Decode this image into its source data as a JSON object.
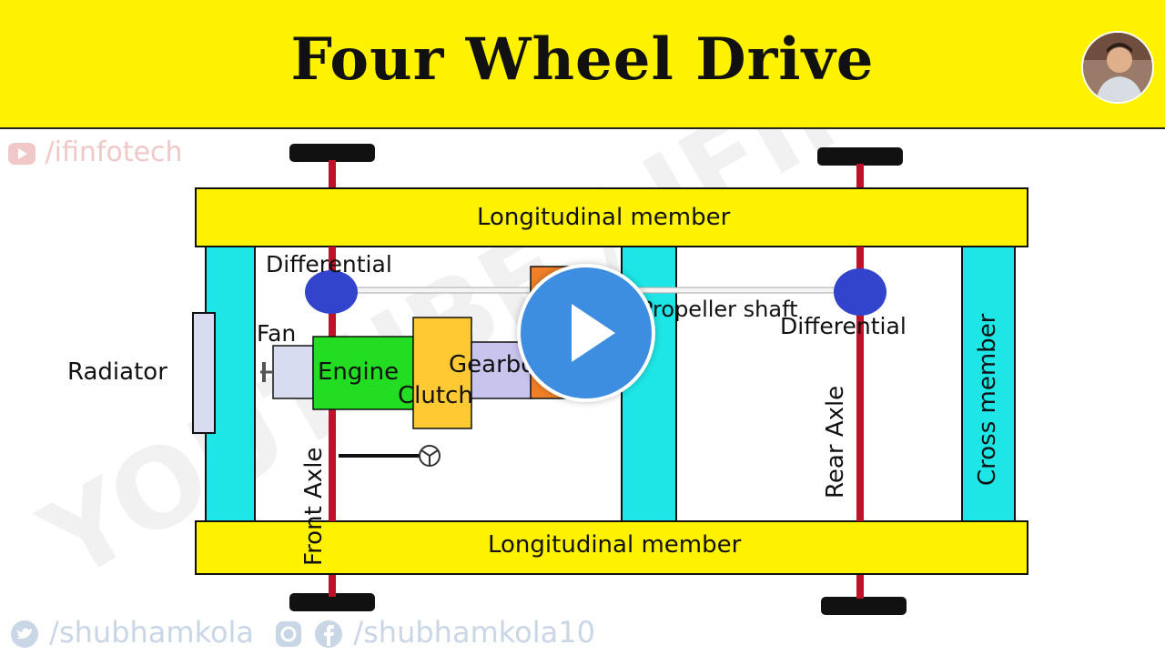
{
  "header": {
    "title": "Four Wheel Drive"
  },
  "watermarks": {
    "channel": "/ifinfotech",
    "twitter": "/shubhamkola",
    "social": "/shubhamkola10",
    "diagonal": "YOUTUBE / IFINFOTECH"
  },
  "diagram": {
    "top_member": "Longitudinal member",
    "bottom_member": "Longitudinal member",
    "cross_member": "Cross member",
    "front_differential": "Differential",
    "rear_differential": "Differential",
    "propeller_shaft": "Propeller shaft",
    "radiator": "Radiator",
    "fan": "Fan",
    "engine": "Engine",
    "clutch": "Clutch",
    "gearbox": "Gearbox",
    "front_axle": "Front Axle",
    "rear_axle": "Rear Axle"
  },
  "colors": {
    "banner": "#fff200",
    "member": "#fff200",
    "cross": "#1ee6e6",
    "axle": "#c0102a",
    "engine": "#22dd22",
    "clutch": "#ffc933",
    "gearbox": "#c8c4ee",
    "transfer": "#f08028",
    "differential": "#3344cc",
    "play": "#3d8de0"
  },
  "player": {
    "play_icon": "play-icon"
  }
}
